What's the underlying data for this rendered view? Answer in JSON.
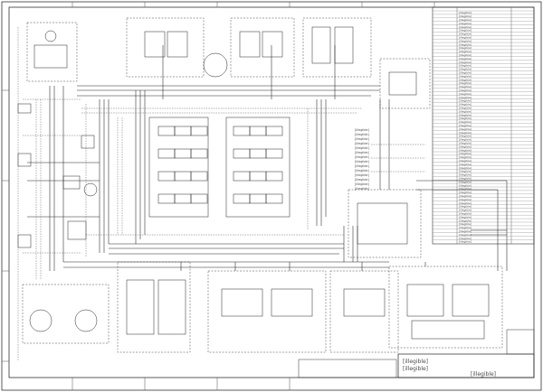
{
  "placeholder_note": "[illegible]",
  "parts_list": {
    "row_count": 66,
    "rows": [
      "[illegible]",
      "[illegible]",
      "[illegible]",
      "[illegible]",
      "[illegible]",
      "[illegible]",
      "[illegible]",
      "[illegible]",
      "[illegible]",
      "[illegible]",
      "[illegible]",
      "[illegible]",
      "[illegible]",
      "[illegible]",
      "[illegible]",
      "[illegible]",
      "[illegible]",
      "[illegible]",
      "[illegible]",
      "[illegible]",
      "[illegible]",
      "[illegible]",
      "[illegible]",
      "[illegible]",
      "[illegible]",
      "[illegible]",
      "[illegible]",
      "[illegible]",
      "[illegible]",
      "[illegible]",
      "[illegible]",
      "[illegible]",
      "[illegible]",
      "[illegible]",
      "[illegible]",
      "[illegible]",
      "[illegible]",
      "[illegible]",
      "[illegible]",
      "[illegible]",
      "[illegible]",
      "[illegible]",
      "[illegible]",
      "[illegible]",
      "[illegible]",
      "[illegible]",
      "[illegible]",
      "[illegible]",
      "[illegible]",
      "[illegible]",
      "[illegible]",
      "[illegible]",
      "[illegible]",
      "[illegible]",
      "[illegible]",
      "[illegible]",
      "[illegible]",
      "[illegible]",
      "[illegible]",
      "[illegible]",
      "[illegible]",
      "[illegible]",
      "[illegible]",
      "[illegible]",
      "[illegible]",
      "[illegible]"
    ]
  },
  "title_block": {
    "company": "[illegible]",
    "title": "[illegible]",
    "drawing_number": "[illegible]"
  },
  "notes_block": {
    "line_count": 14,
    "lines": [
      "[illegible]",
      "[illegible]",
      "[illegible]",
      "[illegible]",
      "[illegible]",
      "[illegible]",
      "[illegible]",
      "[illegible]",
      "[illegible]",
      "[illegible]",
      "[illegible]",
      "[illegible]",
      "[illegible]",
      "[illegible]"
    ]
  }
}
